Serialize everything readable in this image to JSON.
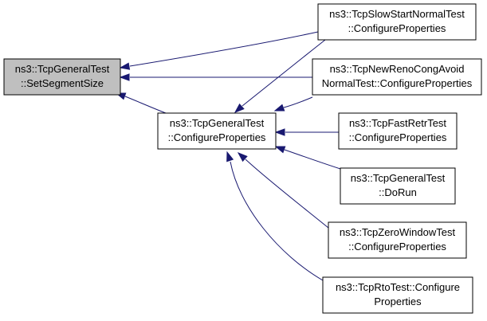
{
  "diagram": {
    "type": "caller-graph",
    "colors": {
      "edge": "#191970",
      "highlight_fill": "#bfbfbf",
      "node_fill": "#ffffff",
      "border": "#000000"
    },
    "nodes": [
      {
        "id": "setsegmentsize",
        "lines": [
          "ns3::TcpGeneralTest",
          "::SetSegmentSize"
        ],
        "highlighted": true
      },
      {
        "id": "general_configure",
        "lines": [
          "ns3::TcpGeneralTest",
          "::ConfigureProperties"
        ],
        "highlighted": false
      },
      {
        "id": "slowstart",
        "lines": [
          "ns3::TcpSlowStartNormalTest",
          "::ConfigureProperties"
        ],
        "highlighted": false
      },
      {
        "id": "newreno",
        "lines": [
          "ns3::TcpNewRenoCongAvoid",
          "NormalTest::ConfigureProperties"
        ],
        "highlighted": false
      },
      {
        "id": "fastretr",
        "lines": [
          "ns3::TcpFastRetrTest",
          "::ConfigureProperties"
        ],
        "highlighted": false
      },
      {
        "id": "dorun",
        "lines": [
          "ns3::TcpGeneralTest",
          "::DoRun"
        ],
        "highlighted": false
      },
      {
        "id": "zerowindow",
        "lines": [
          "ns3::TcpZeroWindowTest",
          "::ConfigureProperties"
        ],
        "highlighted": false
      },
      {
        "id": "rto",
        "lines": [
          "ns3::TcpRtoTest::Configure",
          "Properties"
        ],
        "highlighted": false
      }
    ],
    "edges": [
      {
        "from": "slowstart",
        "to": "setsegmentsize"
      },
      {
        "from": "newreno",
        "to": "setsegmentsize"
      },
      {
        "from": "general_configure",
        "to": "setsegmentsize"
      },
      {
        "from": "slowstart",
        "to": "general_configure"
      },
      {
        "from": "newreno",
        "to": "general_configure"
      },
      {
        "from": "fastretr",
        "to": "general_configure"
      },
      {
        "from": "dorun",
        "to": "general_configure"
      },
      {
        "from": "zerowindow",
        "to": "general_configure"
      },
      {
        "from": "rto",
        "to": "general_configure"
      }
    ]
  }
}
